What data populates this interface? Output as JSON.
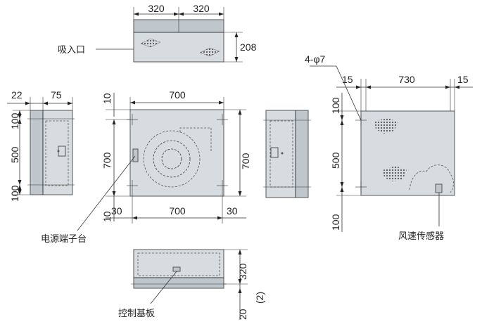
{
  "dimensions": {
    "top_w1": "320",
    "top_w2": "320",
    "top_h": "208",
    "hole_spec": "4-φ7",
    "side_22": "22",
    "side_75": "75",
    "side_100a": "100",
    "side_500": "500",
    "side_100b": "100",
    "front_10a": "10",
    "front_700_top": "700",
    "front_700_left": "700",
    "front_700_right": "700",
    "front_10b": "10",
    "front_30a": "30",
    "front_700_bottom": "700",
    "front_30b": "30",
    "rear_15a": "15",
    "rear_730": "730",
    "rear_15b": "15",
    "rear_100a": "100",
    "rear_500": "500",
    "rear_100b": "100",
    "bottom_320": "320",
    "bottom_20": "20",
    "bottom_note": "(2)"
  },
  "labels": {
    "intake": "吸入口",
    "terminal": "电源端子台",
    "wind_sensor": "风速传感器",
    "control_board": "控制基板"
  }
}
